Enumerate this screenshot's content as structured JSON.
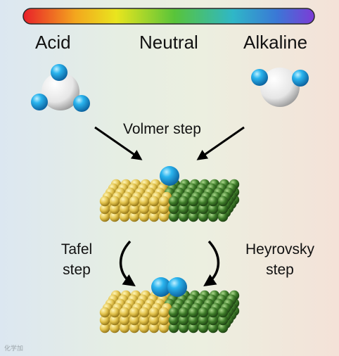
{
  "colors": {
    "spectrum": [
      "#e8202a",
      "#f3a71e",
      "#e9e51e",
      "#58c43a",
      "#2fb7c7",
      "#3a78d6",
      "#7d3bd6"
    ],
    "hydrogen": "#1aa0e0",
    "oxygen": "#f2f2f2",
    "gold_metal": "#e6cc5a",
    "green_metal": "#3f7d2a"
  },
  "labels": {
    "acid": "Acid",
    "neutral": "Neutral",
    "alkaline": "Alkaline",
    "volmer": "Volmer step",
    "tafel_line1": "Tafel",
    "tafel_line2": "step",
    "heyrovsky_line1": "Heyrovsky",
    "heyrovsky_line2": "step"
  },
  "watermark": "化学加"
}
